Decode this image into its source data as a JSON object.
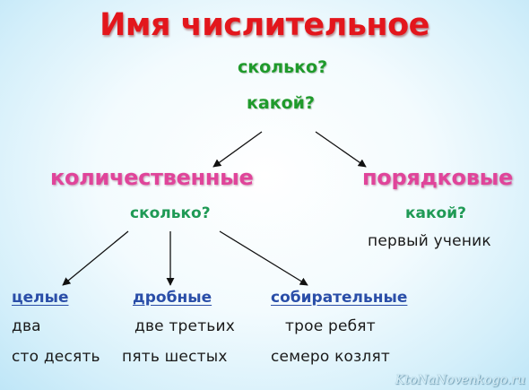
{
  "title": "Имя числительное",
  "root_questions": [
    "сколько?",
    "какой?"
  ],
  "branches": {
    "left": {
      "label": "количественные",
      "question": "сколько?"
    },
    "right": {
      "label": "порядковые",
      "question": "какой?",
      "example": "первый ученик"
    }
  },
  "subcategories": [
    {
      "label": "целые",
      "examples": [
        "два",
        "сто десять"
      ]
    },
    {
      "label": "дробные",
      "examples": [
        "две третьих",
        "пять шестых"
      ]
    },
    {
      "label": "собирательные",
      "examples": [
        "трое ребят",
        "семеро козлят"
      ]
    }
  ],
  "watermark": "KtoNaNovenkogo.ru",
  "colors": {
    "title": "#e3161c",
    "questions": "#1f9a2b",
    "branch_labels": "#e0449a",
    "subcategory_labels": "#2a4ea8",
    "arrows": "#111111"
  }
}
